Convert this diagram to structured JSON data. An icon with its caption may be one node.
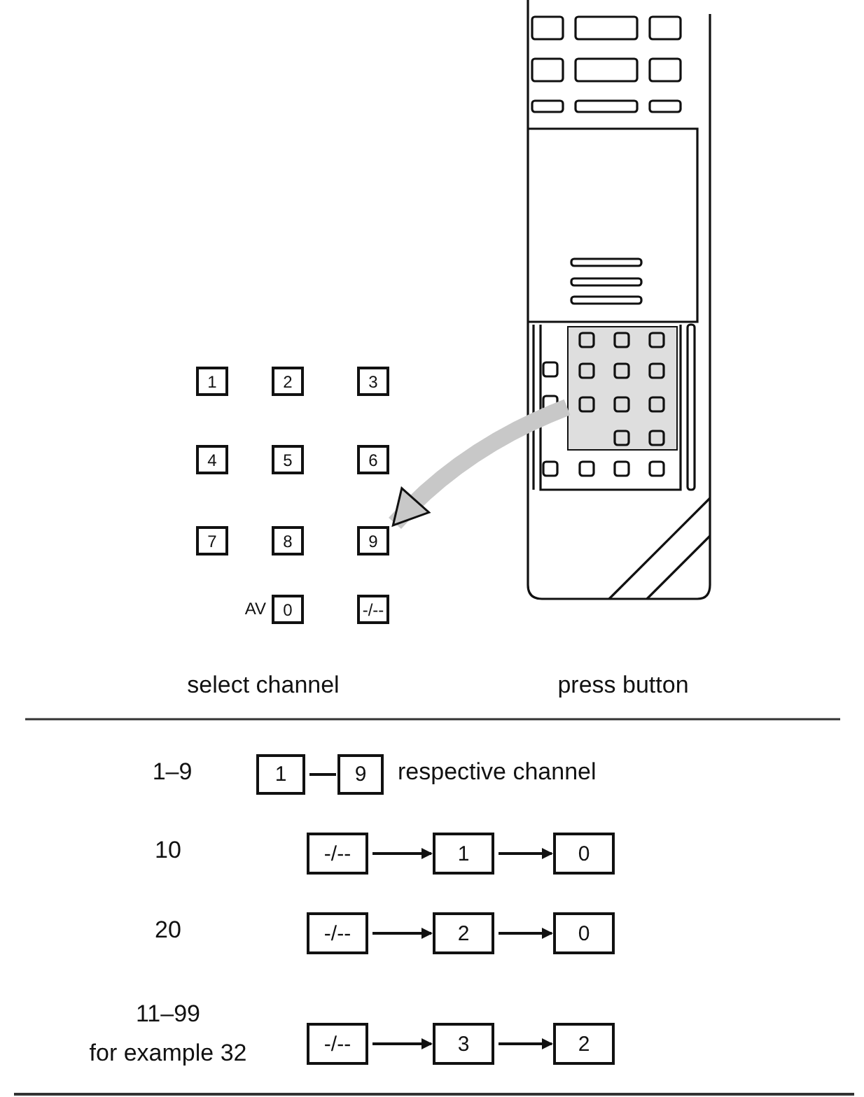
{
  "diagram": {
    "nodes": [
      {
        "text": [],
        "shape": "box"
      },
      {
        "text": [
          "1"
        ]
      },
      {
        "text": [
          "2"
        ]
      },
      {
        "text": [
          "3"
        ]
      },
      {
        "text": [
          "4"
        ]
      },
      {
        "text": [
          "5"
        ]
      },
      {
        "text": [
          "6"
        ]
      },
      {
        "text": [
          "7"
        ]
      },
      {
        "text": [
          "8"
        ]
      },
      {
        "text": [
          "9"
        ]
      },
      {
        "text": [
          "0"
        ],
        "beside": [
          "AV"
        ]
      },
      {
        "text": [
          "-/--"
        ]
      },
      {
        "text": [
          "1"
        ]
      },
      {
        "text": [
          "9"
        ]
      },
      {
        "text": [
          "-/--"
        ]
      },
      {
        "text": [
          "1"
        ]
      },
      {
        "text": [
          "0"
        ]
      },
      {
        "text": [
          "-/--"
        ]
      },
      {
        "text": [
          "2"
        ]
      },
      {
        "text": [
          "0"
        ]
      },
      {
        "text": [
          "-/--"
        ]
      },
      {
        "text": [
          "3"
        ]
      },
      {
        "text": [
          "2"
        ]
      }
    ],
    "edges": [
      {
        "from": 0,
        "to": 9,
        "arrow": "to",
        "style": "thick",
        "color": "#c8c8c8"
      },
      {
        "from": 12,
        "to": 13,
        "arrow": "none"
      },
      {
        "from": 14,
        "to": 15,
        "arrow": "to"
      },
      {
        "from": 15,
        "to": 16,
        "arrow": "to"
      },
      {
        "from": 17,
        "to": 18,
        "arrow": "to"
      },
      {
        "from": 18,
        "to": 19,
        "arrow": "to"
      },
      {
        "from": 20,
        "to": 21,
        "arrow": "to"
      },
      {
        "from": 21,
        "to": 22,
        "arrow": "to"
      }
    ],
    "labels": [
      "select channel",
      "press button",
      "1–9",
      "respective channel",
      "10",
      "20",
      "11–99",
      "for example 32"
    ]
  }
}
